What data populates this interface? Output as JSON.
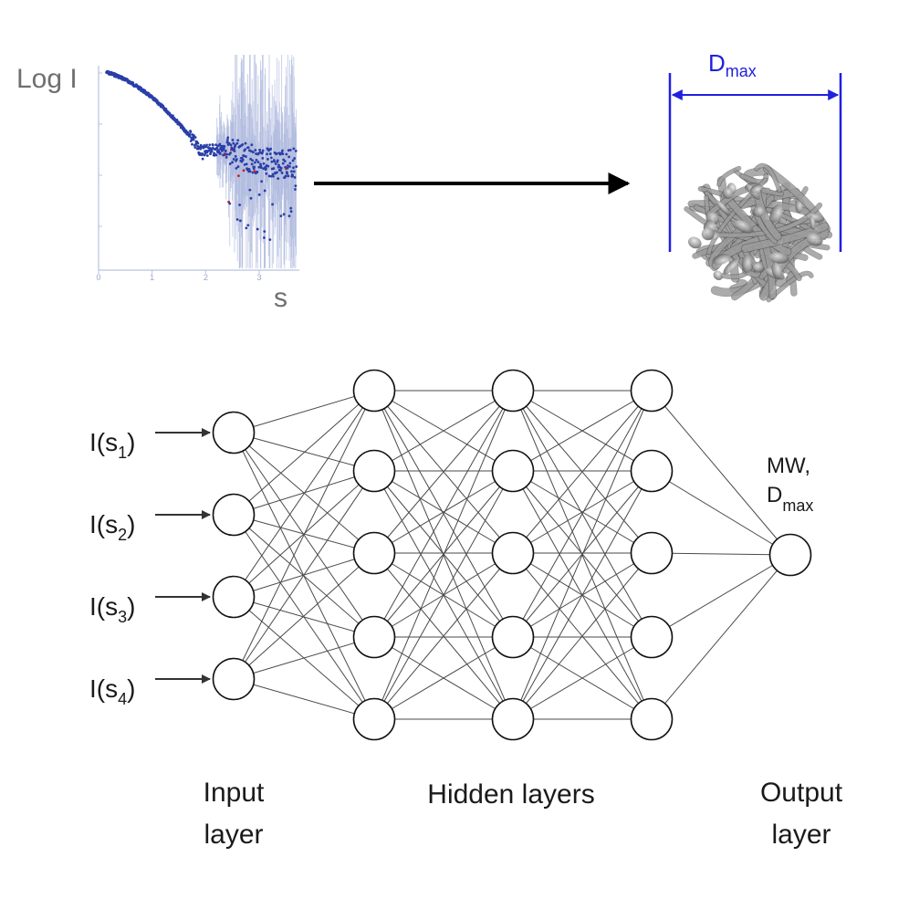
{
  "plot": {
    "ylabel": "Log I",
    "xlabel": "s",
    "x_ticks": [
      "0",
      "1",
      "2",
      "3"
    ],
    "point_color": "#2a3fa8",
    "outlier_color": "#d01c1c",
    "errorbar_color": "#aeb9de",
    "axis_color": "#b9c2e0"
  },
  "dmax_label": {
    "main": "D",
    "sub": "max",
    "color": "#2020e0"
  },
  "network": {
    "inputs": [
      {
        "main": "I(s",
        "sub": "1",
        "close": ")"
      },
      {
        "main": "I(s",
        "sub": "2",
        "close": ")"
      },
      {
        "main": "I(s",
        "sub": "3",
        "close": ")"
      },
      {
        "main": "I(s",
        "sub": "4",
        "close": ")"
      }
    ],
    "output": {
      "line1": "MW,",
      "main": "D",
      "sub": "max"
    },
    "layer_labels": {
      "input": [
        "Input",
        "layer"
      ],
      "hidden": [
        "Hidden layers"
      ],
      "output": [
        "Output",
        "layer"
      ]
    },
    "layer_sizes": [
      4,
      5,
      5,
      5,
      1
    ]
  }
}
